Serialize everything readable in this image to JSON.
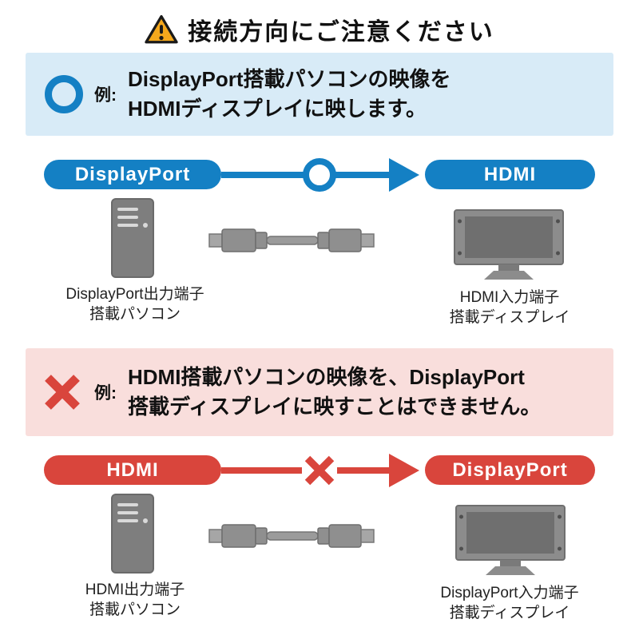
{
  "title": "接続方向にご注意ください",
  "colors": {
    "blue": "#1480c4",
    "blue_bg": "#d8ebf7",
    "red": "#d9453c",
    "red_bg": "#f9dedc",
    "device_gray": "#7e7e7e",
    "warning_yellow": "#f5a81c"
  },
  "icons": {
    "title": "warning-triangle-icon",
    "good": "ok-circle-icon",
    "bad": "cross-x-icon",
    "flow": "right-arrow-icon"
  },
  "good_example": {
    "label": "例:",
    "line1": "DisplayPort搭載パソコンの映像を",
    "line2": "HDMIディスプレイに映します。",
    "source_pill": "DisplayPort",
    "target_pill": "HDMI",
    "source_caption_line1": "DisplayPort出力端子",
    "source_caption_line2": "搭載パソコン",
    "target_caption_line1": "HDMI入力端子",
    "target_caption_line2": "搭載ディスプレイ"
  },
  "bad_example": {
    "label": "例:",
    "line1": "HDMI搭載パソコンの映像を、DisplayPort",
    "line2": "搭載ディスプレイに映すことはできません。",
    "source_pill": "HDMI",
    "target_pill": "DisplayPort",
    "source_caption_line1": "HDMI出力端子",
    "source_caption_line2": "搭載パソコン",
    "target_caption_line1": "DisplayPort入力端子",
    "target_caption_line2": "搭載ディスプレイ"
  }
}
